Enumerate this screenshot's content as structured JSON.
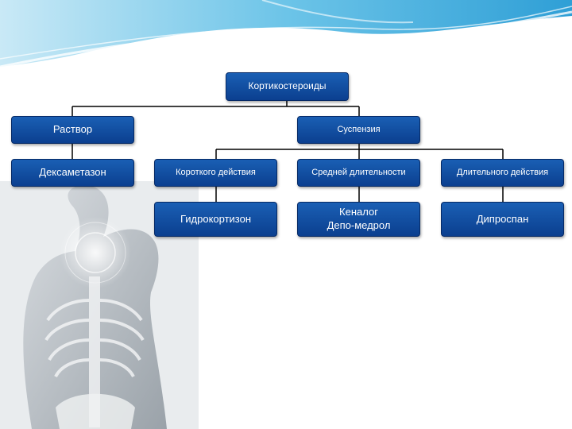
{
  "diagram": {
    "root": "Кортикостероиды",
    "level1": [
      "Раствор",
      "Суспензия"
    ],
    "solution_child": "Дексаметазон",
    "suspension_types": [
      "Короткого действия",
      "Средней длительности",
      "Длительного действия"
    ],
    "drugs": [
      "Гидрокортизон",
      "Кеналог\nДепо-медрол",
      "Дипроспан"
    ]
  },
  "colors": {
    "node_fill": "#0b4aa0",
    "node_border": "#062a66",
    "connector": "#000000",
    "banner_blue": "#4fb3df"
  },
  "icons": [
    "neck-pain-illustration",
    "wave-banner"
  ]
}
